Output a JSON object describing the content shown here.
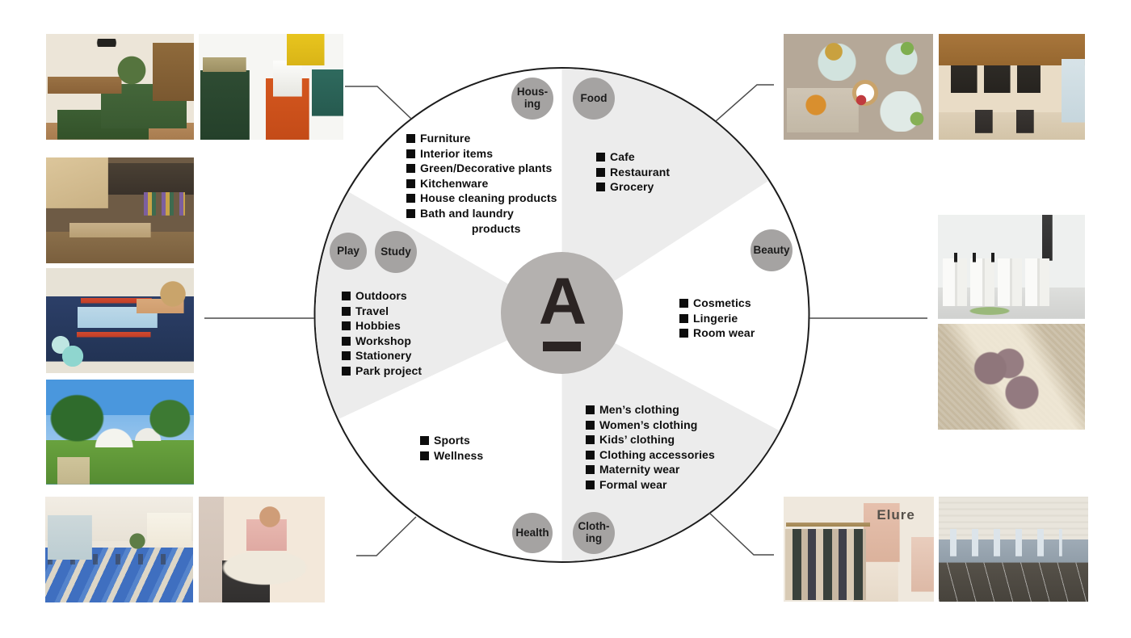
{
  "badges": {
    "housing": "Hous-\ning",
    "food": "Food",
    "play": "Play",
    "study": "Study",
    "beauty": "Beauty",
    "health": "Health",
    "clothing": "Cloth-\ning"
  },
  "center": {
    "letter": "A"
  },
  "lists": {
    "housing": [
      "Furniture",
      "Interior items",
      "Green/Decorative plants",
      "Kitchenware",
      "House cleaning products",
      "Bath and laundry\n                products"
    ],
    "food": [
      "Cafe",
      "Restaurant",
      "Grocery"
    ],
    "play_study": [
      "Outdoors",
      "Travel",
      "Hobbies",
      "Workshop",
      "Stationery",
      "Park project"
    ],
    "beauty": [
      "Cosmetics",
      "Lingerie",
      "Room wear"
    ],
    "health": [
      "Sports",
      "Wellness"
    ],
    "clothing": [
      "Men’s clothing",
      "Women’s clothing",
      "Kids’ clothing",
      "Clothing accessories",
      "Maternity wear",
      "Formal wear"
    ]
  },
  "poster_text": "Elure",
  "colors": {
    "sector_fill": "#ececec",
    "badge_fill": "#a5a3a2",
    "center_fill": "#b4b1af",
    "logo_ink": "#2b2423",
    "text": "#0f0f0f",
    "connector": "#4a4a4a",
    "outline": "#1c1c1c"
  },
  "photos": {
    "left": [
      "living-room-interior",
      "enamel-mugs",
      "outdoor-gear-shop",
      "craft-workshop",
      "park-dome-tents",
      "yoga-class",
      "assisted-stretching"
    ],
    "right": [
      "cafe-food-plates",
      "cafe-counter",
      "cosmetics-bottles",
      "lace-lingerie",
      "clothing-rack-posters",
      "apparel-exhibition"
    ]
  }
}
